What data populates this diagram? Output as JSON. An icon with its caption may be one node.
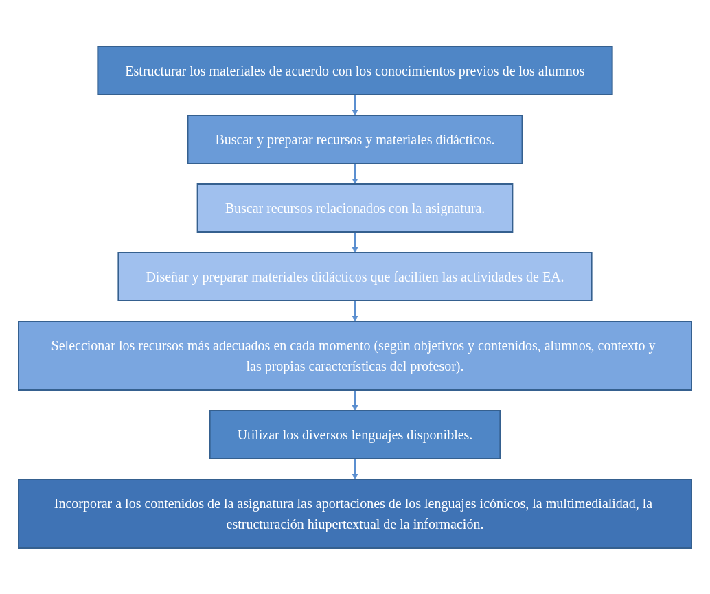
{
  "diagram": {
    "nodes": [
      {
        "text": [
          "Estructurar los materiales de acuerdo con los conocimientos previos de los alumnos"
        ]
      },
      {
        "text": [
          "Buscar y preparar recursos y materiales didácticos."
        ]
      },
      {
        "text": [
          "Buscar recursos relacionados con la asignatura."
        ]
      },
      {
        "text": [
          "Diseñar y preparar materiales didácticos que faciliten las actividades de EA."
        ]
      },
      {
        "text": [
          "Seleccionar los recursos más adecuados en cada momento (según objetivos y contenidos, alumnos, contexto y las propias características del profesor)."
        ]
      },
      {
        "text": [
          "Utilizar los diversos lenguajes disponibles."
        ]
      },
      {
        "text": [
          "Incorporar a los contenidos de la asignatura las aportaciones de los lenguajes icónicos, la multimedialidad, la estructuración hiupertextual de la información."
        ]
      }
    ],
    "edges": [
      {
        "from": 0,
        "to": 1,
        "arrow": "to"
      },
      {
        "from": 1,
        "to": 2,
        "arrow": "to"
      },
      {
        "from": 2,
        "to": 3,
        "arrow": "to"
      },
      {
        "from": 3,
        "to": 4,
        "arrow": "to"
      },
      {
        "from": 4,
        "to": 5,
        "arrow": "to"
      },
      {
        "from": 5,
        "to": 6,
        "arrow": "to"
      }
    ]
  }
}
